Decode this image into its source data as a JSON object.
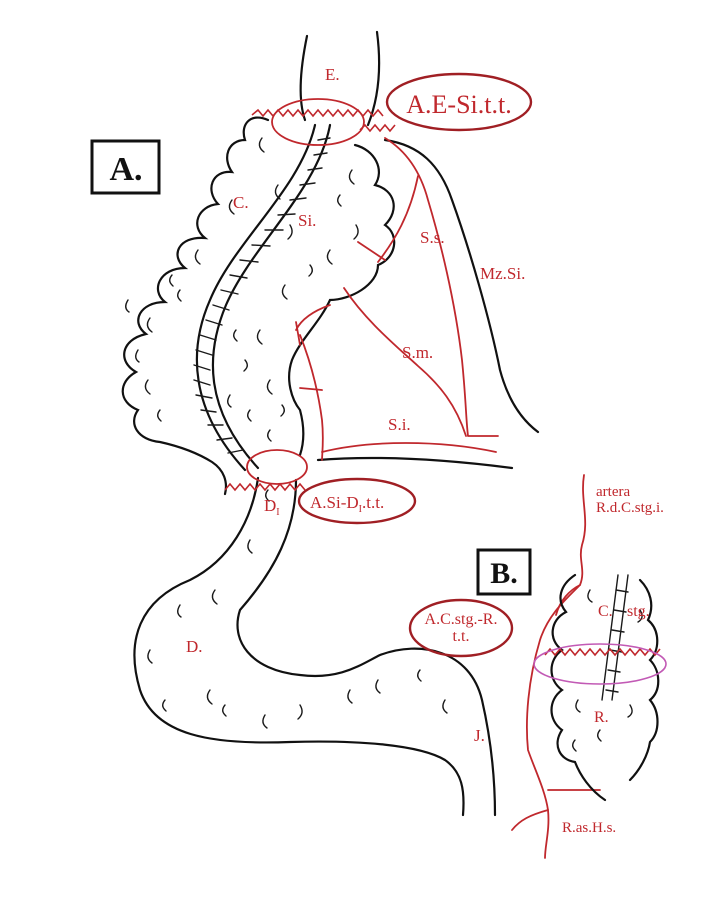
{
  "panels": {
    "a_label": "A.",
    "b_label": "B."
  },
  "panel_a": {
    "esophagus": "E.",
    "anastomosis_esophagus_sigmoid": "A.E-Si.t.t.",
    "colon": "C.",
    "sigmoid": "Si.",
    "superior_sigmoid_artery": "S.s.",
    "sigmoid_mesocolon": "Mz.Si.",
    "middle_sigmoid_artery": "S.m.",
    "inferior_sigmoid_artery": "S.i.",
    "anastomosis_sigmoid_duodenum_main": "A.Si-D",
    "anastomosis_sigmoid_duodenum_sub": "I",
    "anastomosis_sigmoid_duodenum_tail": ".t.t.",
    "duodenum_first_part_main": "D",
    "duodenum_first_part_sub": "I",
    "duodenum": "D.",
    "jejunum": "J."
  },
  "panel_b": {
    "artery_line1": "artera",
    "artery_line2": "R.d.C.stg.i.",
    "left_colon": "C.",
    "left_colon_suffix": "stg.",
    "anastomosis_line1": "A.C.stg.-R.",
    "anastomosis_line2": "t.t.",
    "rectum": "R.",
    "superior_hemorrhoidal_artery": "R.as.H.s."
  },
  "colors": {
    "annotation_red": "#c0282d",
    "oval_red": "#a01f24",
    "ink": "#111111"
  }
}
